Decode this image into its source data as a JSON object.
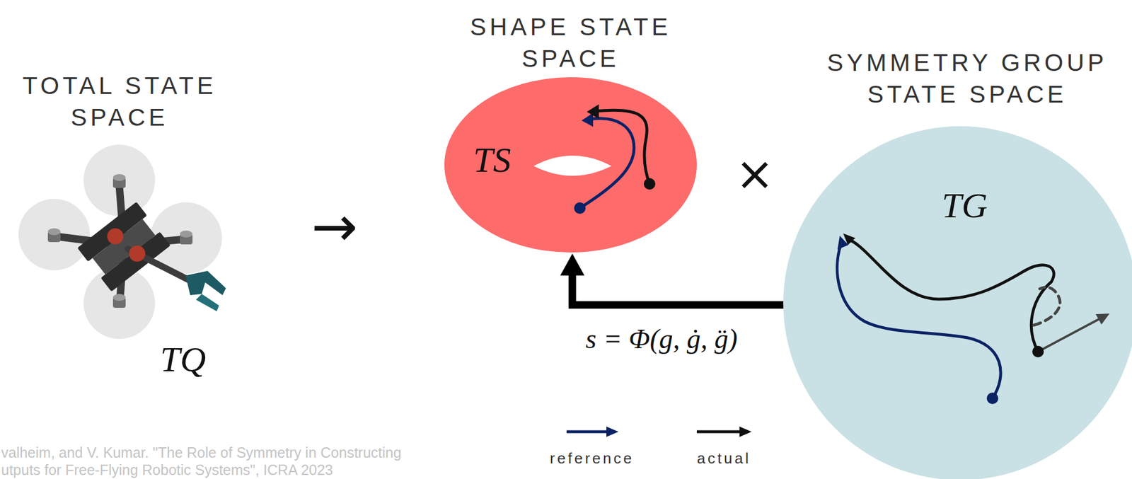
{
  "diagram": {
    "nodes": [
      {
        "text": [
          "TOTAL STATE SPACE",
          "TQ"
        ]
      },
      {
        "text": [
          "SHAPE STATE SPACE",
          "TS"
        ]
      },
      {
        "text": [
          "SYMMETRY GROUP STATE SPACE",
          "TG"
        ]
      }
    ],
    "edges": [
      {
        "from": 2,
        "to": 1,
        "arrow": "to",
        "label": "s = Φ(g, ġ, g̈)"
      }
    ],
    "labels": [
      "→",
      "×",
      "valheim, and V. Kumar. \"The Role of Symmetry in Constructing",
      "utputs for Free-Flying Robotic Systems\", ICRA 2023"
    ],
    "legend": [
      {
        "text": "reference"
      },
      {
        "text": "actual"
      }
    ]
  }
}
